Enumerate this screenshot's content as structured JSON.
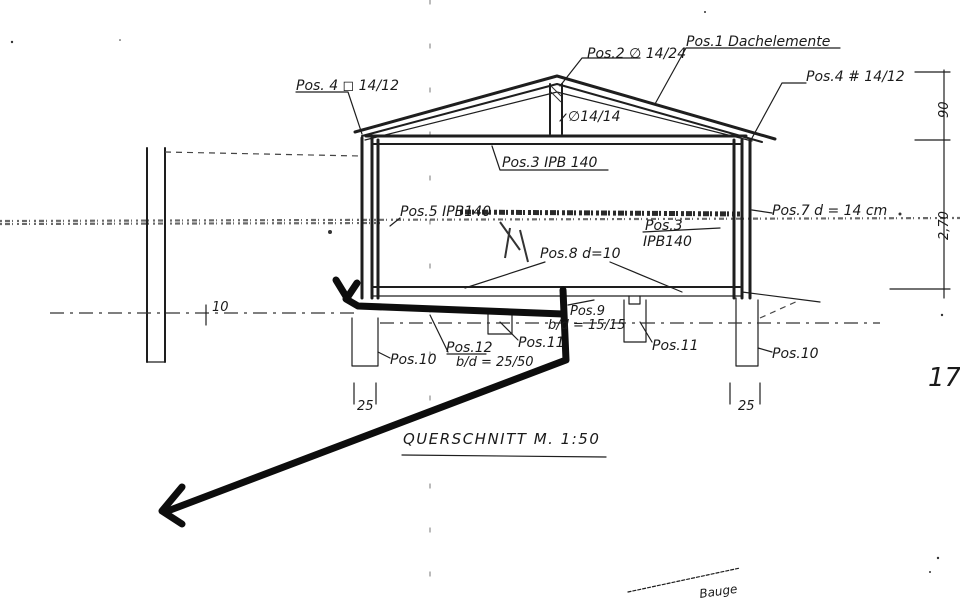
{
  "drawing": {
    "caption": "QUERSCHNITT  M. 1:50",
    "labels": {
      "pos1": "Pos.1 Dachelemente",
      "pos2": "Pos.2 ∅ 14/24",
      "pos3_top": "Pos.3  IPB 140",
      "pos3_mid_a": "Pos.3",
      "pos3_mid_b": "IPB140",
      "pos4_left": "Pos. 4  ◻ 14/12",
      "pos4_right": "Pos.4  # 14/12",
      "pos5": "Pos.5 IPB140",
      "pos7": "Pos.7  d = 14 cm",
      "pos8": "Pos.8  d=10",
      "pos9": "Pos.9",
      "pos9_dim": "b/d = 15/15",
      "pos10_left": "Pos.10",
      "pos10_right": "Pos.10",
      "pos11_left": "Pos.11",
      "pos11_right": "Pos.11",
      "pos12": "Pos.12",
      "pos12_dim": "b/d = 25/50",
      "column_ridge": "∅14/14",
      "dim_90": "90",
      "dim_270": "2,70",
      "dim_10": "10",
      "dim_25_left": "25",
      "dim_25_right": "25",
      "side_mark": "17",
      "stamp": "Bauge"
    }
  }
}
